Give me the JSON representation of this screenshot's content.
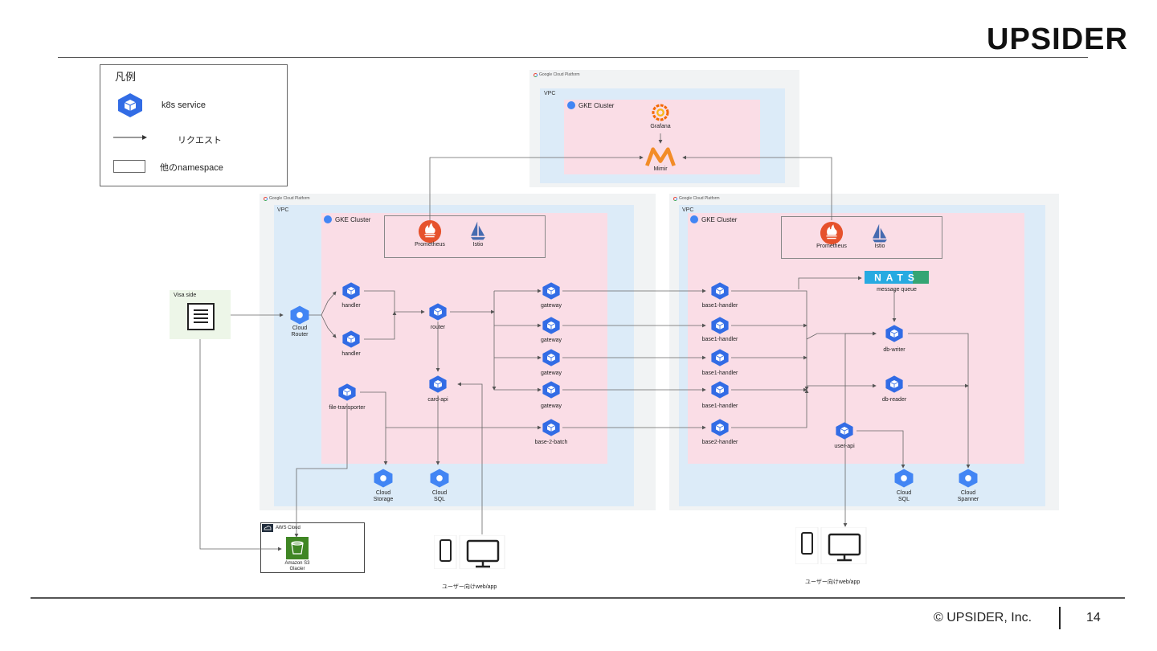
{
  "header": {
    "logo": "UPSIDER"
  },
  "legend": {
    "title": "凡例",
    "items": [
      {
        "label": "k8s service"
      },
      {
        "label": "リクエスト"
      },
      {
        "label": "他のnamespace"
      }
    ]
  },
  "top_cluster": {
    "gcp_label": "Google Cloud Platform",
    "vpc_label": "VPC",
    "gke_label": "GKE Cluster",
    "nodes": {
      "grafana": "Grafana",
      "mimir": "Mimir"
    }
  },
  "left_cluster": {
    "gcp_label": "Google Cloud Platform",
    "vpc_label": "VPC",
    "gke_label": "GKE Cluster",
    "nodes": {
      "prometheus": "Prometheus",
      "istio": "Istio",
      "cloud_router": "Cloud\nRouter",
      "handler1": "handler",
      "handler2": "handler",
      "router": "router",
      "gateway1": "gateway",
      "gateway2": "gateway",
      "gateway3": "gateway",
      "gateway4": "gateway",
      "card_api": "card-api",
      "file_transporter": "file-transporter",
      "base2_batch": "base-2-batch",
      "cloud_storage": "Cloud\nStorage",
      "cloud_sql": "Cloud\nSQL"
    }
  },
  "right_cluster": {
    "gcp_label": "Google Cloud Platform",
    "vpc_label": "VPC",
    "gke_label": "GKE Cluster",
    "nodes": {
      "prometheus": "Prometheus",
      "istio": "Istio",
      "nats": "NATS",
      "message_queue": "message queue",
      "base1_handler1": "base1-handler",
      "base1_handler2": "base1-handler",
      "base1_handler3": "base1-handler",
      "base1_handler4": "base1-handler",
      "base2_handler": "base2-handler",
      "db_writer": "db-writer",
      "db_reader": "db-reader",
      "user_api": "user-api",
      "cloud_sql": "Cloud\nSQL",
      "cloud_spanner": "Cloud\nSpanner"
    }
  },
  "external": {
    "visa_side": "Visa side",
    "aws_cloud": "AWS Cloud",
    "s3_glacier": "Amazon S3\nGlacier",
    "user_app_left": "ユーザー向けweb/app",
    "user_app_right": "ユーザー向けweb/app"
  },
  "footer": {
    "copyright": "© UPSIDER, Inc.",
    "page_number": "14"
  },
  "colors": {
    "k8s_blue": "#326ce5",
    "gke_pink": "#fadde6",
    "vpc_blue": "#dcebf8",
    "gcp_gray": "#f1f3f4",
    "prometheus_red": "#e6522c",
    "mimir_orange": "#f28c28",
    "nats_blue": "#27aae1",
    "nats_green": "#34a574",
    "visa_green": "#edf6e8"
  }
}
